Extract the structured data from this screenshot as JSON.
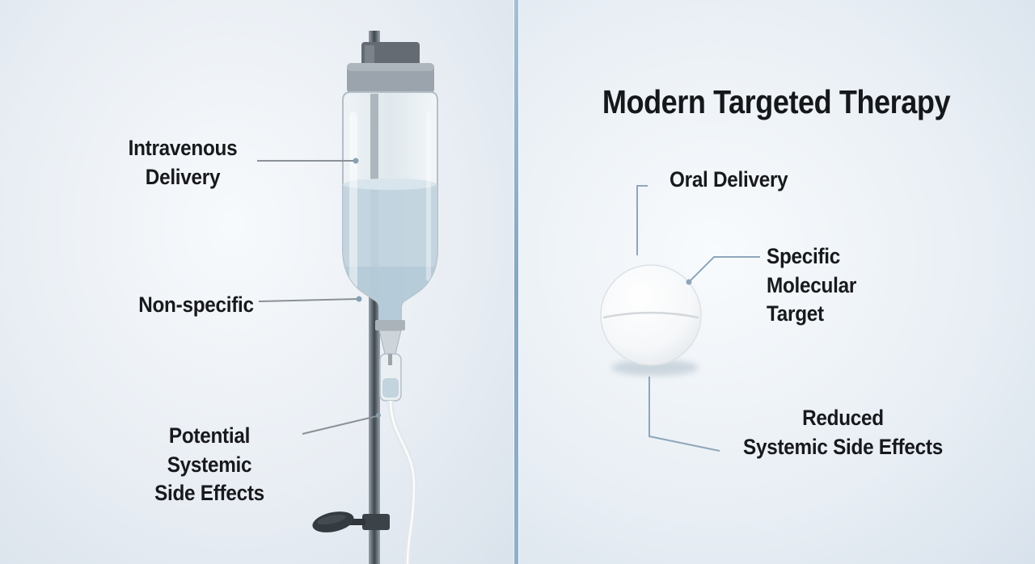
{
  "colors": {
    "divider": "#84a8c2",
    "text": "#17191c",
    "connector_left": "#8a9199",
    "connector_right": "#8fa6ba",
    "liquid": "#bfd2dd",
    "background": "#e9eef4"
  },
  "left_panel": {
    "illustration": "iv-drip-stand",
    "labels": [
      {
        "id": "intravenous-delivery",
        "lines": [
          "Intravenous",
          "Delivery"
        ]
      },
      {
        "id": "non-specific",
        "lines": [
          "Non-specific"
        ]
      },
      {
        "id": "potential-systemic-side-effects",
        "lines": [
          "Potential Systemic",
          "Side Effects"
        ]
      }
    ]
  },
  "right_panel": {
    "title": "Modern Targeted Therapy",
    "illustration": "oral-tablet",
    "labels": [
      {
        "id": "oral-delivery",
        "lines": [
          "Oral Delivery"
        ]
      },
      {
        "id": "specific-molecular-target",
        "lines": [
          "Specific Molecular",
          "Target"
        ]
      },
      {
        "id": "reduced-systemic-side-effects",
        "lines": [
          "Reduced",
          "Systemic Side Effects"
        ]
      }
    ]
  }
}
